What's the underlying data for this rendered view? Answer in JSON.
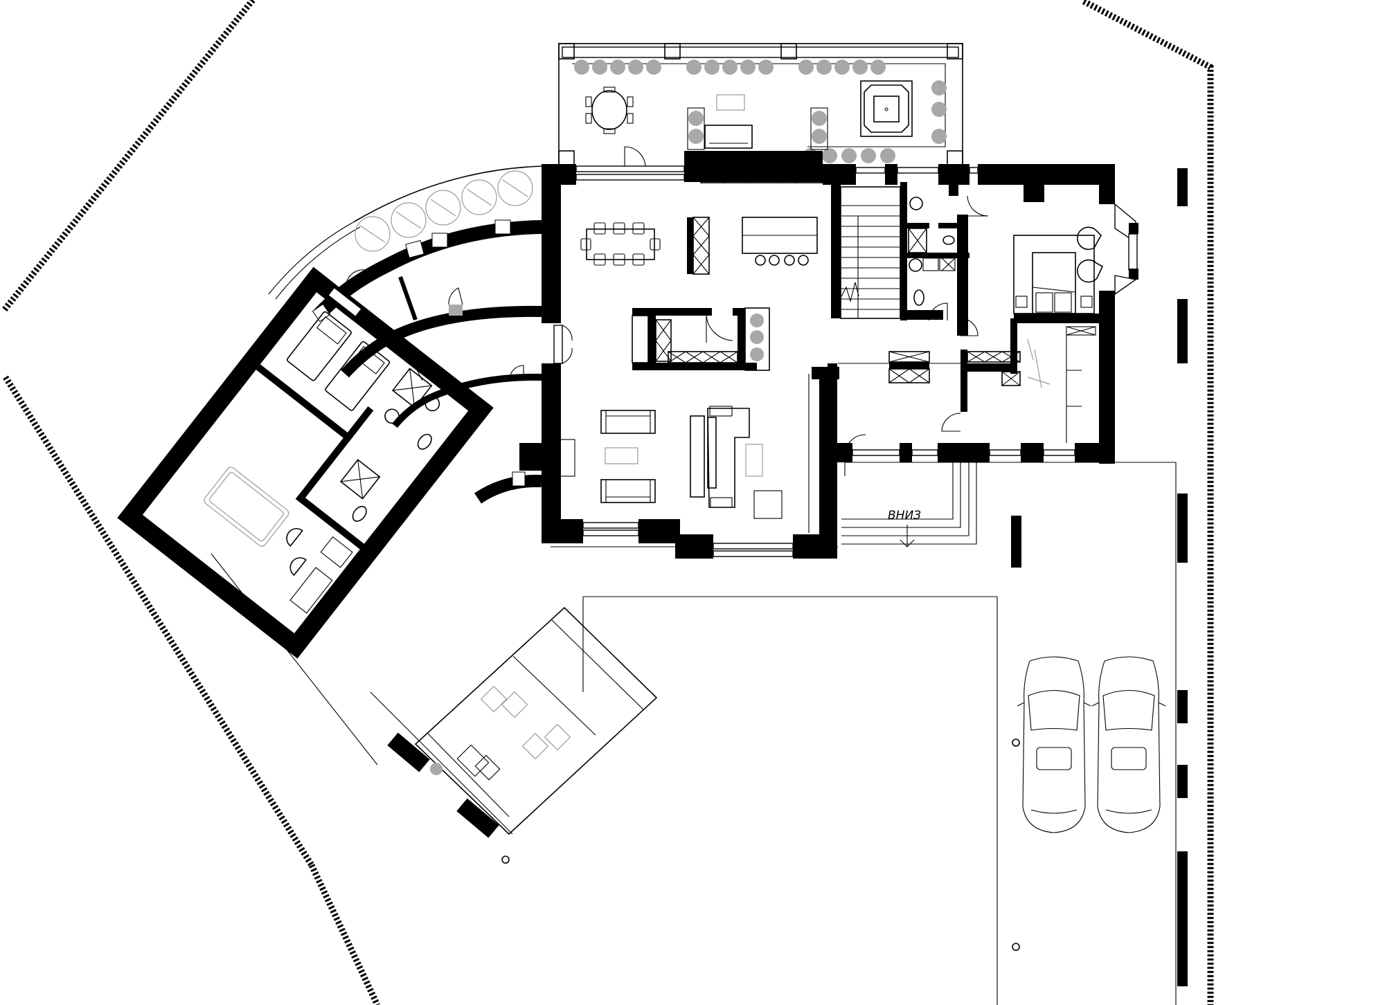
{
  "drawing": {
    "type": "architectural floor plan",
    "background": "#ffffff",
    "wall_color": "#000000",
    "planting_color": "#a8a8a8"
  },
  "labels": {
    "stair_direction": "ВНИЗ"
  },
  "zones": [
    {
      "id": "terrace",
      "name": "terrace with planters, round dining table, lounge, hot tub"
    },
    {
      "id": "kitchen-dining",
      "name": "kitchen and dining with 8-seat table, island with 4 stools"
    },
    {
      "id": "living",
      "name": "living room with sofas and sectional"
    },
    {
      "id": "fireplace-core",
      "name": "central storage core with planter"
    },
    {
      "id": "stair",
      "name": "staircase"
    },
    {
      "id": "bathroom",
      "name": "bathroom with shower, WC, sinks"
    },
    {
      "id": "master-bedroom",
      "name": "bedroom with bay window and two armchairs"
    },
    {
      "id": "hall",
      "name": "hall with wardrobes"
    },
    {
      "id": "storage",
      "name": "storage room with bicycles"
    },
    {
      "id": "curved-gallery",
      "name": "curved gallery wing with planting"
    },
    {
      "id": "guest-wing",
      "name": "angled guest wing with two beds and two bathrooms"
    },
    {
      "id": "billiard",
      "name": "billiard room"
    },
    {
      "id": "pool-deck",
      "name": "pool deck with four loungers"
    },
    {
      "id": "parking",
      "name": "driveway parking with two cars"
    }
  ],
  "parking": {
    "cars": 2
  }
}
